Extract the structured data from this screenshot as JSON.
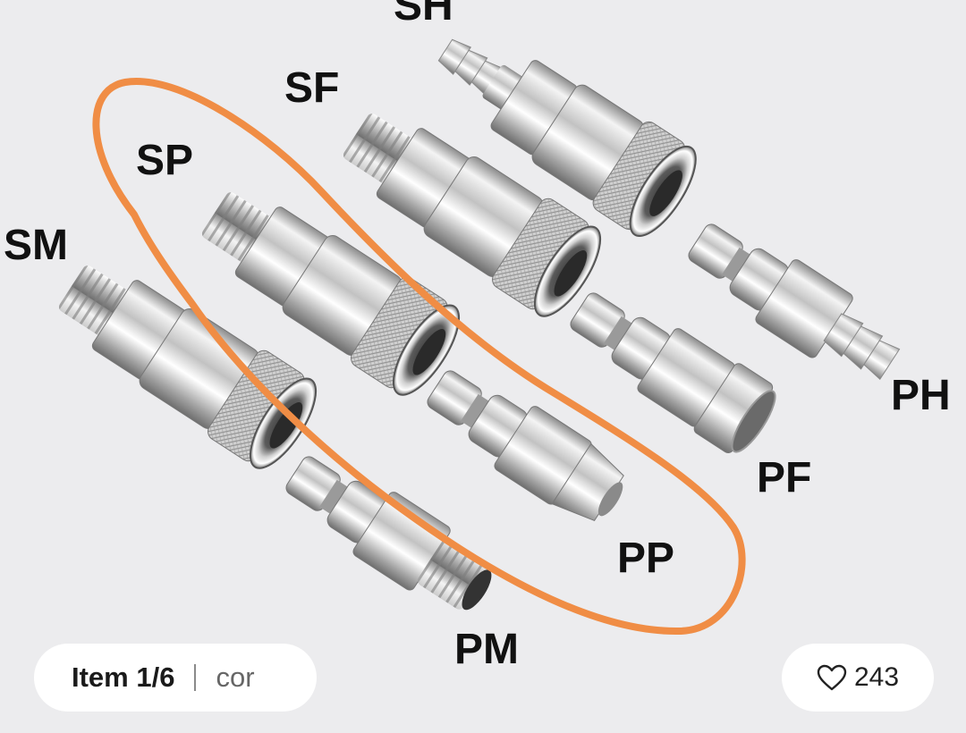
{
  "product_image": {
    "labels": {
      "sh": "SH",
      "sf": "SF",
      "sp": "SP",
      "sm": "SM",
      "ph": "PH",
      "pf": "PF",
      "pp": "PP",
      "pm": "PM"
    },
    "highlight_color": "#f08d45"
  },
  "gallery": {
    "item_label": "Item 1/6",
    "variant_label": "cor"
  },
  "likes": {
    "count": "243",
    "icon": "heart-outline-icon"
  }
}
